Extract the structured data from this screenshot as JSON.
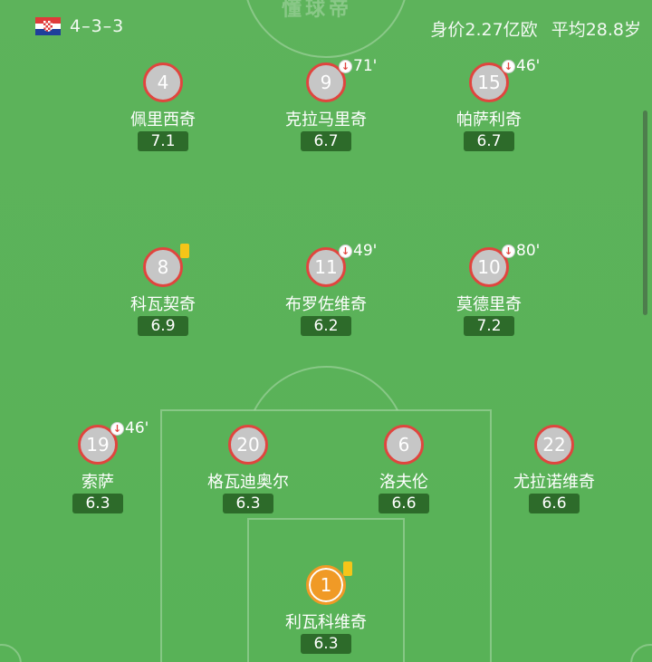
{
  "team": {
    "formation": "4–3–3",
    "value_label": "身价2.27亿欧",
    "age_label": "平均28.8岁",
    "watermark": "懂球帝",
    "flag_colors": [
      "#e03a3a",
      "#ffffff",
      "#1f3f9b"
    ]
  },
  "players": [
    {
      "id": "p4",
      "number": "4",
      "name": "佩里西奇",
      "rating": "7.1",
      "sub_time": null,
      "yellow_card": false,
      "goalkeeper": false
    },
    {
      "id": "p9",
      "number": "9",
      "name": "克拉马里奇",
      "rating": "6.7",
      "sub_time": "71'",
      "yellow_card": false,
      "goalkeeper": false
    },
    {
      "id": "p15",
      "number": "15",
      "name": "帕萨利奇",
      "rating": "6.7",
      "sub_time": "46'",
      "yellow_card": false,
      "goalkeeper": false
    },
    {
      "id": "p8",
      "number": "8",
      "name": "科瓦契奇",
      "rating": "6.9",
      "sub_time": null,
      "yellow_card": true,
      "goalkeeper": false
    },
    {
      "id": "p11",
      "number": "11",
      "name": "布罗佐维奇",
      "rating": "6.2",
      "sub_time": "49'",
      "yellow_card": false,
      "goalkeeper": false
    },
    {
      "id": "p10",
      "number": "10",
      "name": "莫德里奇",
      "rating": "7.2",
      "sub_time": "80'",
      "yellow_card": false,
      "goalkeeper": false
    },
    {
      "id": "p19",
      "number": "19",
      "name": "索萨",
      "rating": "6.3",
      "sub_time": "46'",
      "yellow_card": false,
      "goalkeeper": false
    },
    {
      "id": "p20",
      "number": "20",
      "name": "格瓦迪奥尔",
      "rating": "6.3",
      "sub_time": null,
      "yellow_card": false,
      "goalkeeper": false
    },
    {
      "id": "p6",
      "number": "6",
      "name": "洛夫伦",
      "rating": "6.6",
      "sub_time": null,
      "yellow_card": false,
      "goalkeeper": false
    },
    {
      "id": "p22",
      "number": "22",
      "name": "尤拉诺维奇",
      "rating": "6.6",
      "sub_time": null,
      "yellow_card": false,
      "goalkeeper": false
    },
    {
      "id": "p1",
      "number": "1",
      "name": "利瓦科维奇",
      "rating": "6.3",
      "sub_time": null,
      "yellow_card": true,
      "goalkeeper": true
    }
  ],
  "icons": {
    "substitution": "substitution-out-icon",
    "card": "yellow-card-icon",
    "flag": "croatia-flag-icon"
  },
  "colors": {
    "pitch": "#5cb85c",
    "badge_border": "#e0453e",
    "goalkeeper": "#f09a26",
    "rating_bg": "#2d6b2a",
    "yellow_card": "#f5c518"
  }
}
